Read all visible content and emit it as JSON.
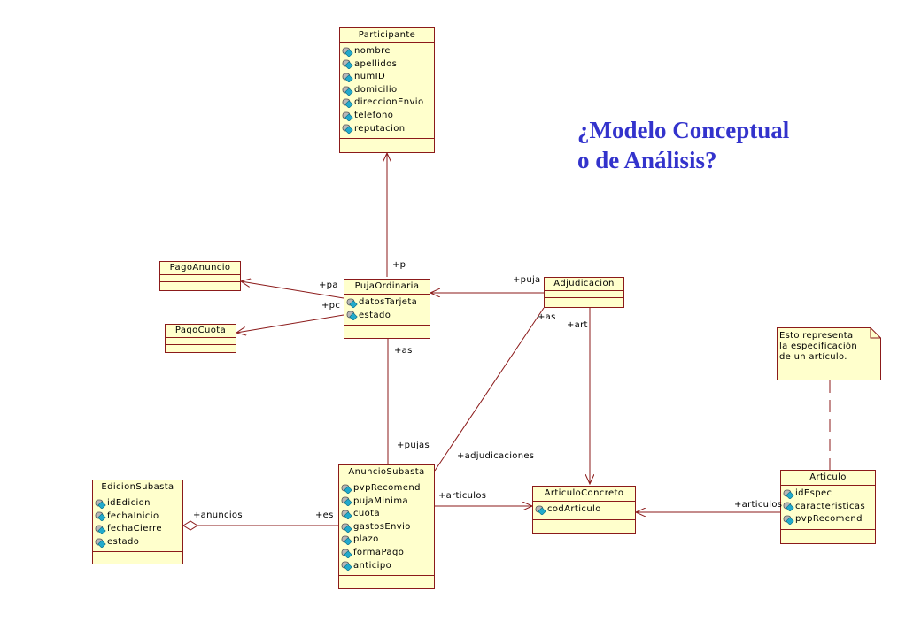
{
  "title": {
    "line1": "¿Modelo Conceptual",
    "line2": "o de Análisis?"
  },
  "note": {
    "lines": [
      "Esto representa",
      "la especificación",
      "de un artículo."
    ]
  },
  "classes": {
    "participante": {
      "name": "Participante",
      "attrs": [
        "nombre",
        "apellidos",
        "numID",
        "domicilio",
        "direccionEnvio",
        "telefono",
        "reputacion"
      ]
    },
    "pujaOrdinaria": {
      "name": "PujaOrdinaria",
      "attrs": [
        "datosTarjeta",
        "estado"
      ]
    },
    "adjudicacion": {
      "name": "Adjudicacion"
    },
    "pagoAnuncio": {
      "name": "PagoAnuncio"
    },
    "pagoCuota": {
      "name": "PagoCuota"
    },
    "edicionSubasta": {
      "name": "EdicionSubasta",
      "attrs": [
        "idEdicion",
        "fechaInicio",
        "fechaCierre",
        "estado"
      ]
    },
    "anuncioSubasta": {
      "name": "AnuncioSubasta",
      "attrs": [
        "pvpRecomend",
        "pujaMinima",
        "cuota",
        "gastosEnvio",
        "plazo",
        "formaPago",
        "anticipo"
      ]
    },
    "articuloConcreto": {
      "name": "ArticuloConcreto",
      "attrs": [
        "codArticulo"
      ]
    },
    "articulo": {
      "name": "Articulo",
      "attrs": [
        "idEspec",
        "caracteristicas",
        "pvpRecomend"
      ]
    }
  },
  "roles": {
    "p": "+p",
    "pa": "+pa",
    "pc": "+pc",
    "puja": "+puja",
    "as1": "+as",
    "art": "+art",
    "as2": "+as",
    "pujas": "+pujas",
    "adjudicaciones": "+adjudicaciones",
    "anuncios": "+anuncios",
    "es": "+es",
    "articulos1": "+articulos",
    "articulos2": "+articulos"
  },
  "colors": {
    "line": "#8b1a1a",
    "fill": "#ffffcc",
    "title": "#3333cc"
  }
}
